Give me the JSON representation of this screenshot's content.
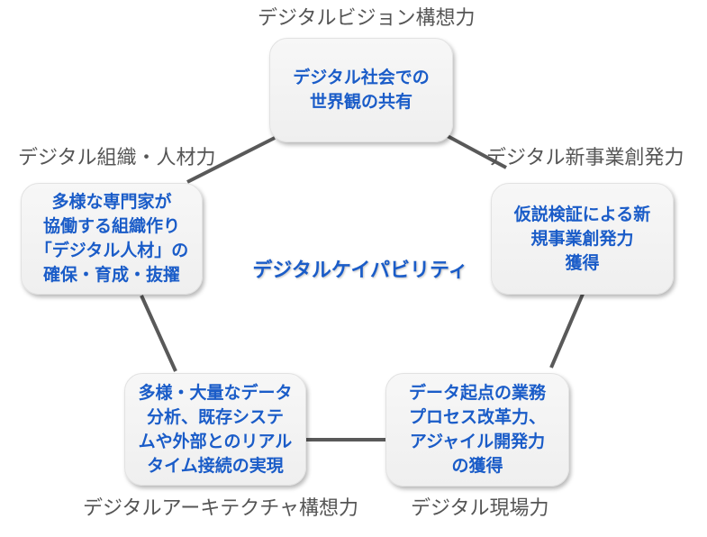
{
  "diagram": {
    "center_title": "デジタルケイパビリティ",
    "colors": {
      "node_text": "#1a5cc8",
      "label_text": "#555555",
      "connector": "#595959",
      "node_fill": "#f2f2f2"
    },
    "nodes": [
      {
        "id": "vision",
        "capability_label": "デジタルビジョン構想力",
        "lines": [
          "デジタル社会での",
          "世界観の共有"
        ]
      },
      {
        "id": "new-business",
        "capability_label": "デジタル新事業創発力",
        "lines": [
          "仮説検証による新",
          "規事業創発力",
          "獲得"
        ]
      },
      {
        "id": "field",
        "capability_label": "デジタル現場力",
        "lines": [
          "データ起点の業務",
          "プロセス改革力、",
          "アジャイル開発力",
          "の獲得"
        ]
      },
      {
        "id": "architecture",
        "capability_label": "デジタルアーキテクチャ構想力",
        "lines": [
          "多様・大量なデータ",
          "分析、既存システ",
          "ムや外部とのリアル",
          "タイム接続の実現"
        ]
      },
      {
        "id": "organization",
        "capability_label": "デジタル組織・人材力",
        "lines": [
          "多様な専門家が",
          "協働する組織作り",
          "「デジタル人材」の",
          "確保・育成・抜擢"
        ]
      }
    ],
    "connections": [
      [
        "vision",
        "new-business"
      ],
      [
        "new-business",
        "field"
      ],
      [
        "field",
        "architecture"
      ],
      [
        "architecture",
        "organization"
      ],
      [
        "organization",
        "vision"
      ]
    ]
  }
}
